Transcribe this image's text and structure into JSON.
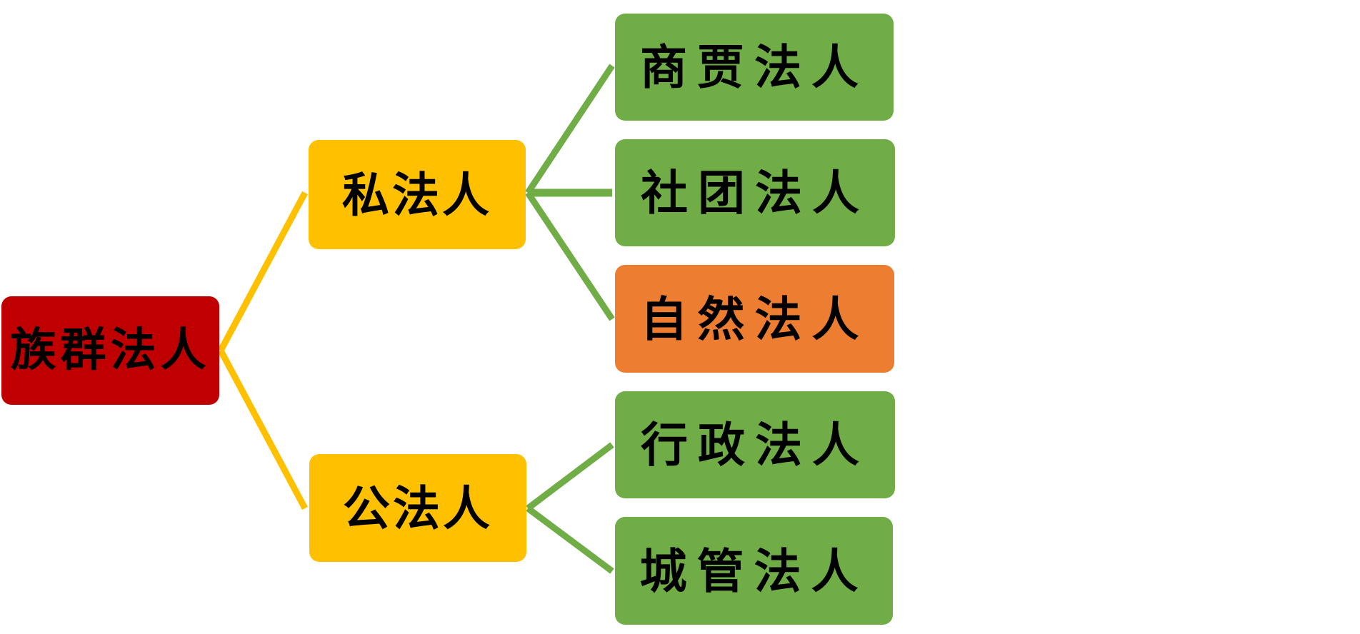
{
  "colors": {
    "root": "#C00000",
    "mid": "#FFC000",
    "leaf": "#70AD47",
    "highlight": "#ED7D31",
    "connector_root": "#FFC000",
    "connector_leaf": "#70AD47"
  },
  "root": {
    "label": "族群法人"
  },
  "branches": [
    {
      "label": "私法人",
      "children": [
        {
          "label": "商贾法人"
        },
        {
          "label": "社团法人"
        },
        {
          "label": "自然法人"
        }
      ]
    },
    {
      "label": "公法人",
      "children": [
        {
          "label": "行政法人"
        },
        {
          "label": "城管法人"
        }
      ]
    }
  ]
}
